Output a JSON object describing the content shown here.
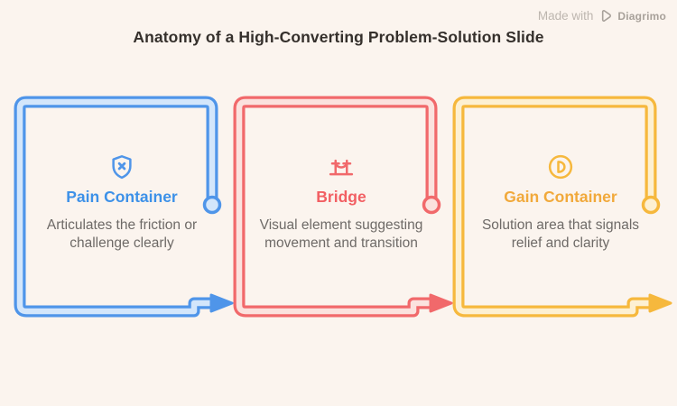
{
  "page": {
    "background": "#fbf4ee",
    "body_text_color": "#6e6a67"
  },
  "header": {
    "title": "Anatomy of a High-Converting Problem-Solution Slide",
    "title_color": "#35302c"
  },
  "watermark": {
    "made_with": "Made with",
    "brand": "Diagrimo",
    "logo_icon": "diagrimo-logo",
    "text_color": "#bdb6af",
    "brand_color": "#a8a19a"
  },
  "cards": [
    {
      "id": "pain-container",
      "icon": "shield-x-icon",
      "title": "Pain Container",
      "title_color": "#3d91e8",
      "accent": "#4f95e9",
      "accent_light": "#d3e6fb",
      "description": "Articulates the friction or challenge clearly",
      "lines": [
        "Articulates the friction or",
        "challenge clearly"
      ]
    },
    {
      "id": "bridge",
      "icon": "bridge-icon",
      "title": "Bridge",
      "title_color": "#f25f63",
      "accent": "#f1696b",
      "accent_light": "#fbe2de",
      "description": "Visual element suggesting movement and transition",
      "lines": [
        "Visual element suggesting",
        "movement and transition"
      ]
    },
    {
      "id": "gain-container",
      "icon": "contrast-circle-icon",
      "title": "Gain Container",
      "title_color": "#f1a93b",
      "accent": "#f6b83d",
      "accent_light": "#fdf0d2",
      "description": "Solution area that signals relief and clarity",
      "lines": [
        "Solution area that signals",
        "relief and clarity"
      ]
    }
  ]
}
